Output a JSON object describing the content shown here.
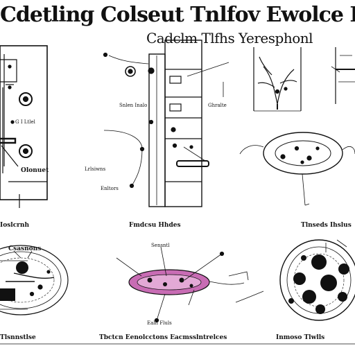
{
  "header": {
    "title": "Cdetling Colseut Tnlfov Ewolce Foxe",
    "subtitle": "Cadclm Tlfhs Yeresphonl"
  },
  "labels": {
    "panel1_left": "G I Ltlel",
    "panel1_lower": "Olonuet",
    "panel2_note": "Snlen Inalo",
    "panel2_left": "Lrlsiwns",
    "panel2_lower": "Enltors",
    "panel2_right": "Ghralte",
    "row_left": "Ioslcrnh",
    "row_center": "Fmdcsu Hhdes",
    "row_right": "Tlnseds Ihslus",
    "bottom_left_top": "Csasnons",
    "bottom_center_top": "Sensntl",
    "bottom_center_caption": "Ealn Fluls",
    "bottom_left_footer": "Tlsnnstlse",
    "bottom_center_footer": "Tbctcn Eenolcctons Eacmsslntrelces",
    "bottom_right_footer": "Inmoso Tlwlls"
  },
  "colors": {
    "ink": "#111111",
    "background": "#ffffff",
    "membrane": "#c86cb4"
  }
}
